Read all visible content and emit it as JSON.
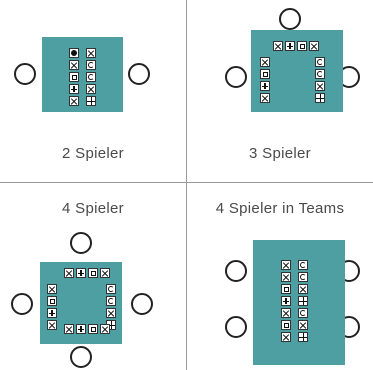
{
  "quadrants": [
    {
      "caption": "2 Spieler"
    },
    {
      "caption": "3 Spieler"
    },
    {
      "caption": "4 Spieler"
    },
    {
      "caption": "4 Spieler in Teams"
    }
  ],
  "colors": {
    "table": "#4e9fa1",
    "divider": "#9a9a9a",
    "seat_border": "#222222"
  }
}
